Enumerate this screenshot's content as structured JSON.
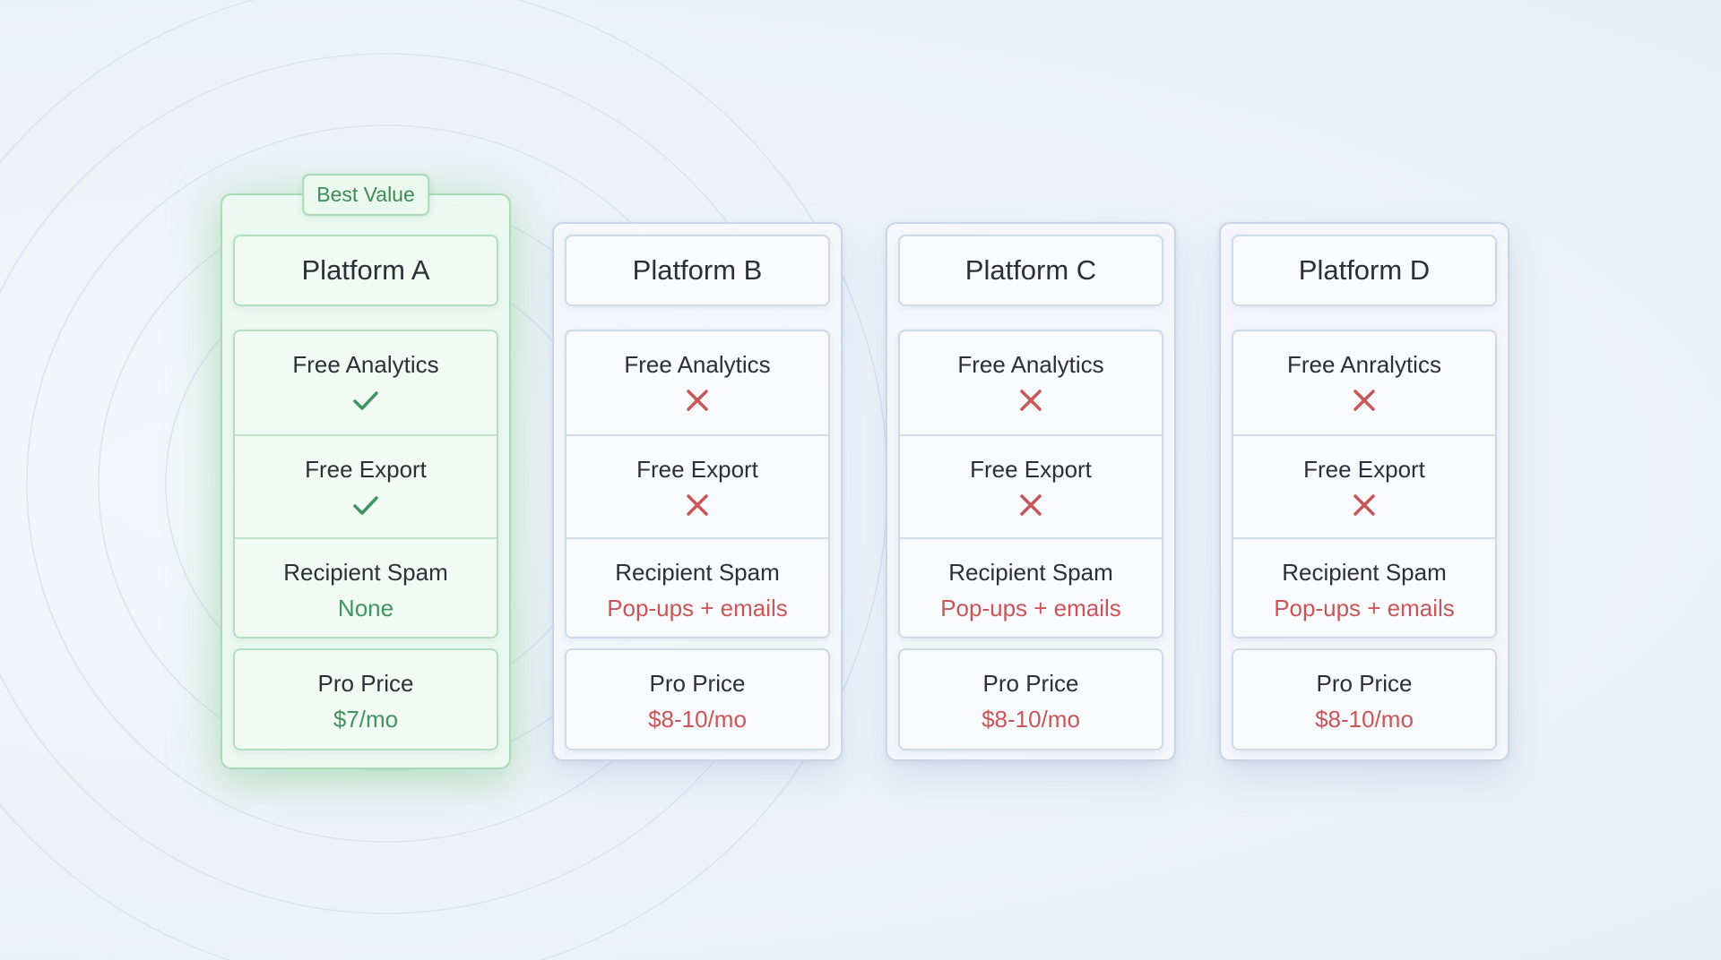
{
  "theme": {
    "good_color": "#3f9460",
    "bad_color": "#c85658",
    "featured_border": "#a9d9b4",
    "default_border": "#c9d4e6"
  },
  "badge": {
    "label": "Best Value"
  },
  "platforms": [
    {
      "name": "Platform A",
      "featured": true,
      "analytics_label": "Free Analytics",
      "analytics_icon": "check-icon",
      "export_label": "Free Export",
      "export_icon": "check-icon",
      "spam_label": "Recipient Spam",
      "spam_value": "None",
      "price_label": "Pro Price",
      "price_value": "$7/mo"
    },
    {
      "name": "Platform B",
      "featured": false,
      "analytics_label": "Free Analytics",
      "analytics_icon": "cross-icon",
      "export_label": "Free Export",
      "export_icon": "cross-icon",
      "spam_label": "Recipient Spam",
      "spam_value": "Pop-ups + emails",
      "price_label": "Pro Price",
      "price_value": "$8-10/mo"
    },
    {
      "name": "Platform C",
      "featured": false,
      "analytics_label": "Free Analytics",
      "analytics_icon": "cross-icon",
      "export_label": "Free Export",
      "export_icon": "cross-icon",
      "spam_label": "Recipient Spam",
      "spam_value": "Pop-ups + emails",
      "price_label": "Pro Price",
      "price_value": "$8-10/mo"
    },
    {
      "name": "Platform D",
      "featured": false,
      "analytics_label": "Free Anralytics",
      "analytics_icon": "cross-icon",
      "export_label": "Free Export",
      "export_icon": "cross-icon",
      "spam_label": "Recipient Spam",
      "spam_value": "Pop-ups + emails",
      "price_label": "Pro Price",
      "price_value": "$8-10/mo"
    }
  ]
}
